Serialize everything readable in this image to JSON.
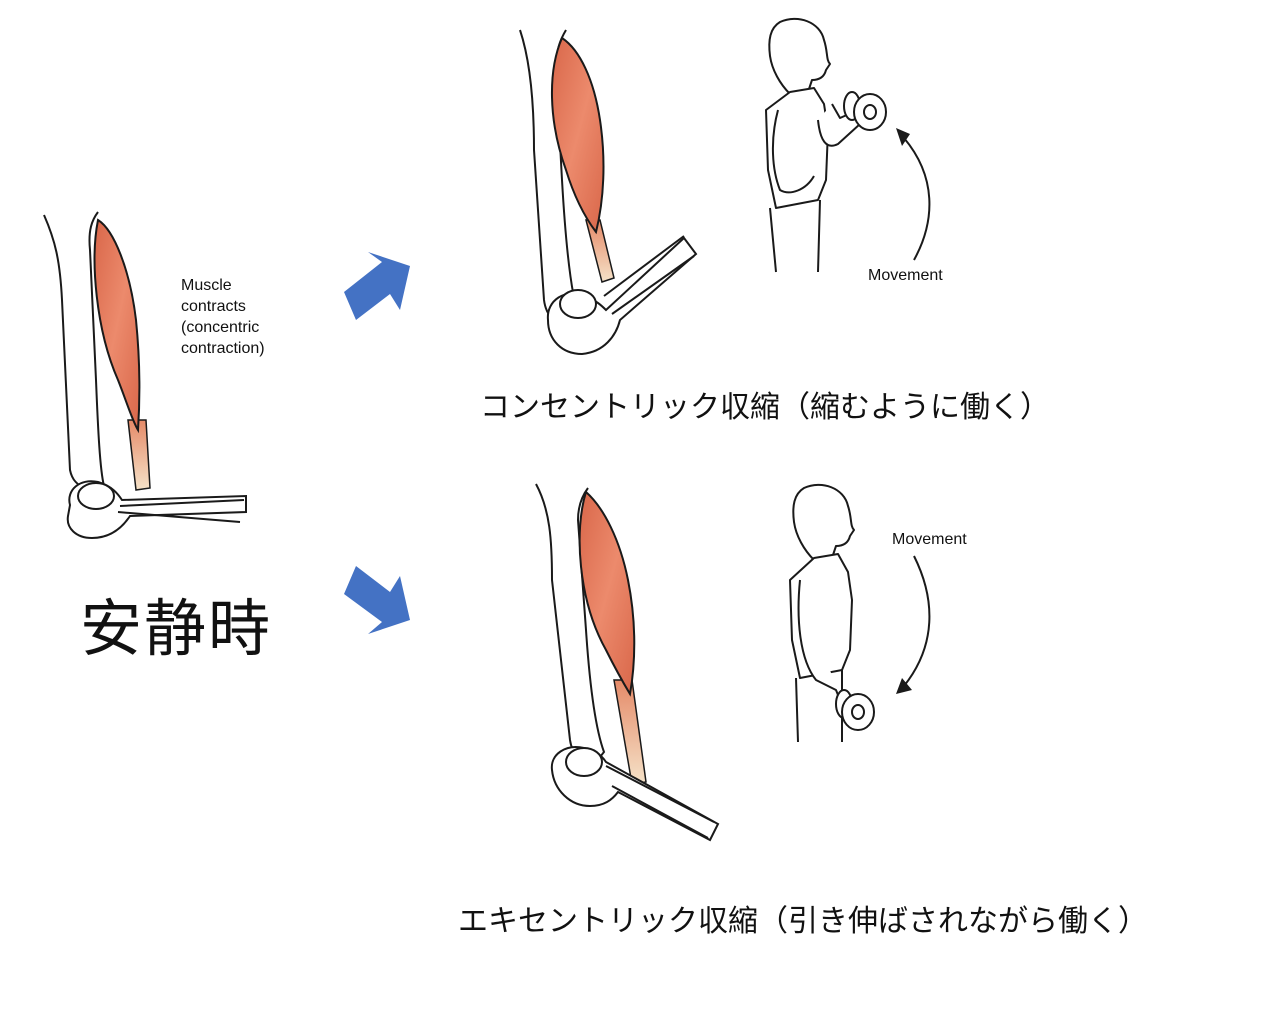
{
  "rest": {
    "annotation_lines": [
      "Muscle",
      "contracts",
      "(concentric",
      "contraction)"
    ],
    "title": "安静時"
  },
  "concentric": {
    "movement_label": "Movement",
    "caption": "コンセントリック収縮（縮むように働く）"
  },
  "eccentric": {
    "movement_label": "Movement",
    "caption": "エキセントリック収縮（引き伸ばされながら働く）"
  },
  "colors": {
    "muscle": "#e27a5c",
    "tendon": "#f2dcc0",
    "arrow": "#4472c4",
    "outline": "#1a1a1a"
  }
}
